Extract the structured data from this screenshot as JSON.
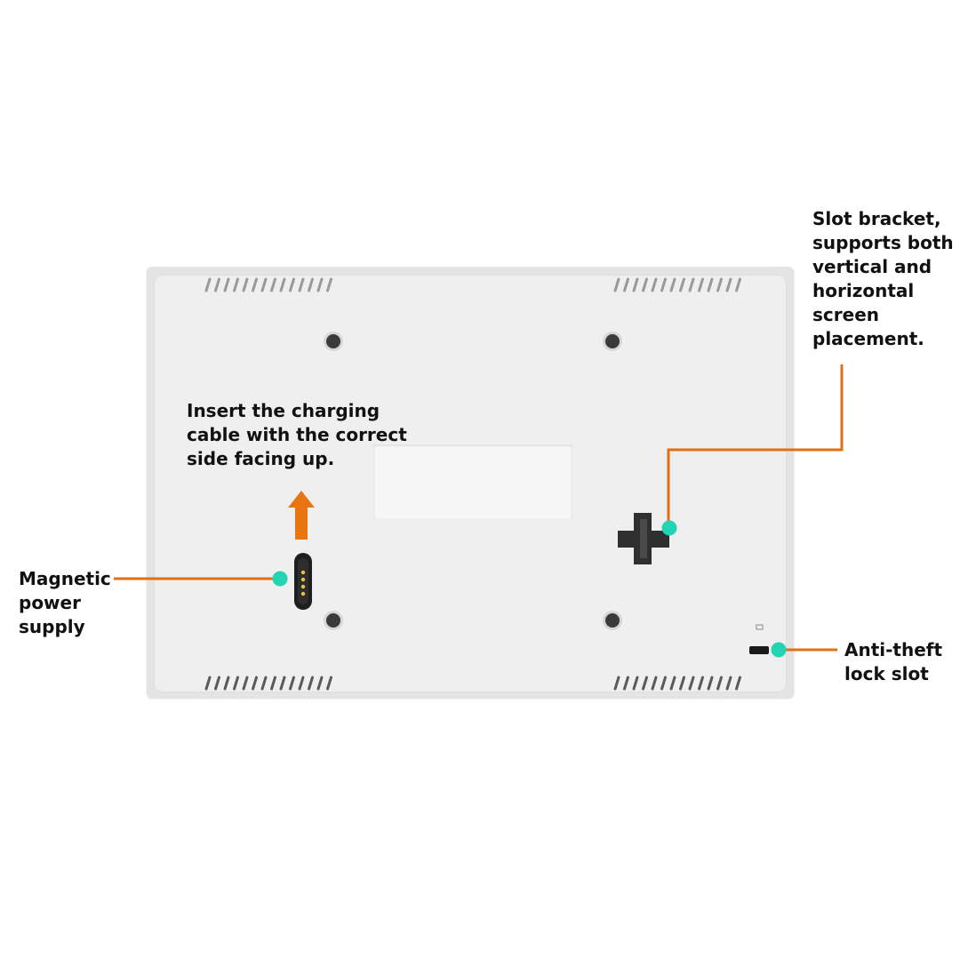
{
  "labels": {
    "slot_bracket": [
      "Slot bracket,",
      "supports both",
      "vertical and",
      "horizontal",
      "screen",
      "placement."
    ],
    "charging_hint": [
      "Insert the charging",
      "cable with the correct",
      "side facing up."
    ],
    "magnetic_power": [
      "Magnetic",
      "power",
      "supply"
    ],
    "anti_theft": [
      "Anti-theft",
      "lock slot"
    ]
  },
  "colors": {
    "callout_line": "#e07016",
    "callout_dot": "#22d3b4",
    "arrow": "#e87511",
    "device_body": "#efefef"
  }
}
